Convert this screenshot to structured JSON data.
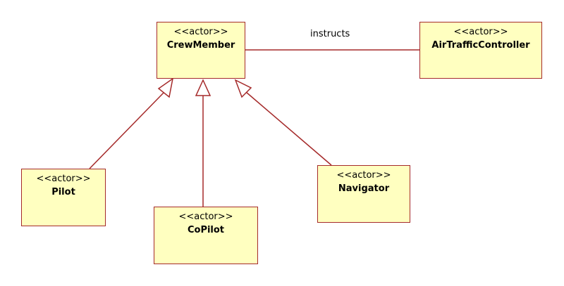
{
  "colors": {
    "box_fill": "#ffffc0",
    "line": "#a52a2a",
    "text": "#000000"
  },
  "actors": {
    "crewmember": {
      "stereotype": "<<actor>>",
      "name": "CrewMember"
    },
    "air_traffic_controller": {
      "stereotype": "<<actor>>",
      "name": "AirTrafficController"
    },
    "pilot": {
      "stereotype": "<<actor>>",
      "name": "Pilot"
    },
    "copilot": {
      "stereotype": "<<actor>>",
      "name": "CoPilot"
    },
    "navigator": {
      "stereotype": "<<actor>>",
      "name": "Navigator"
    }
  },
  "associations": [
    {
      "from": "crewmember",
      "to": "air_traffic_controller",
      "label": "instructs"
    }
  ],
  "generalizations": [
    {
      "child": "pilot",
      "parent": "crewmember"
    },
    {
      "child": "copilot",
      "parent": "crewmember"
    },
    {
      "child": "navigator",
      "parent": "crewmember"
    }
  ]
}
